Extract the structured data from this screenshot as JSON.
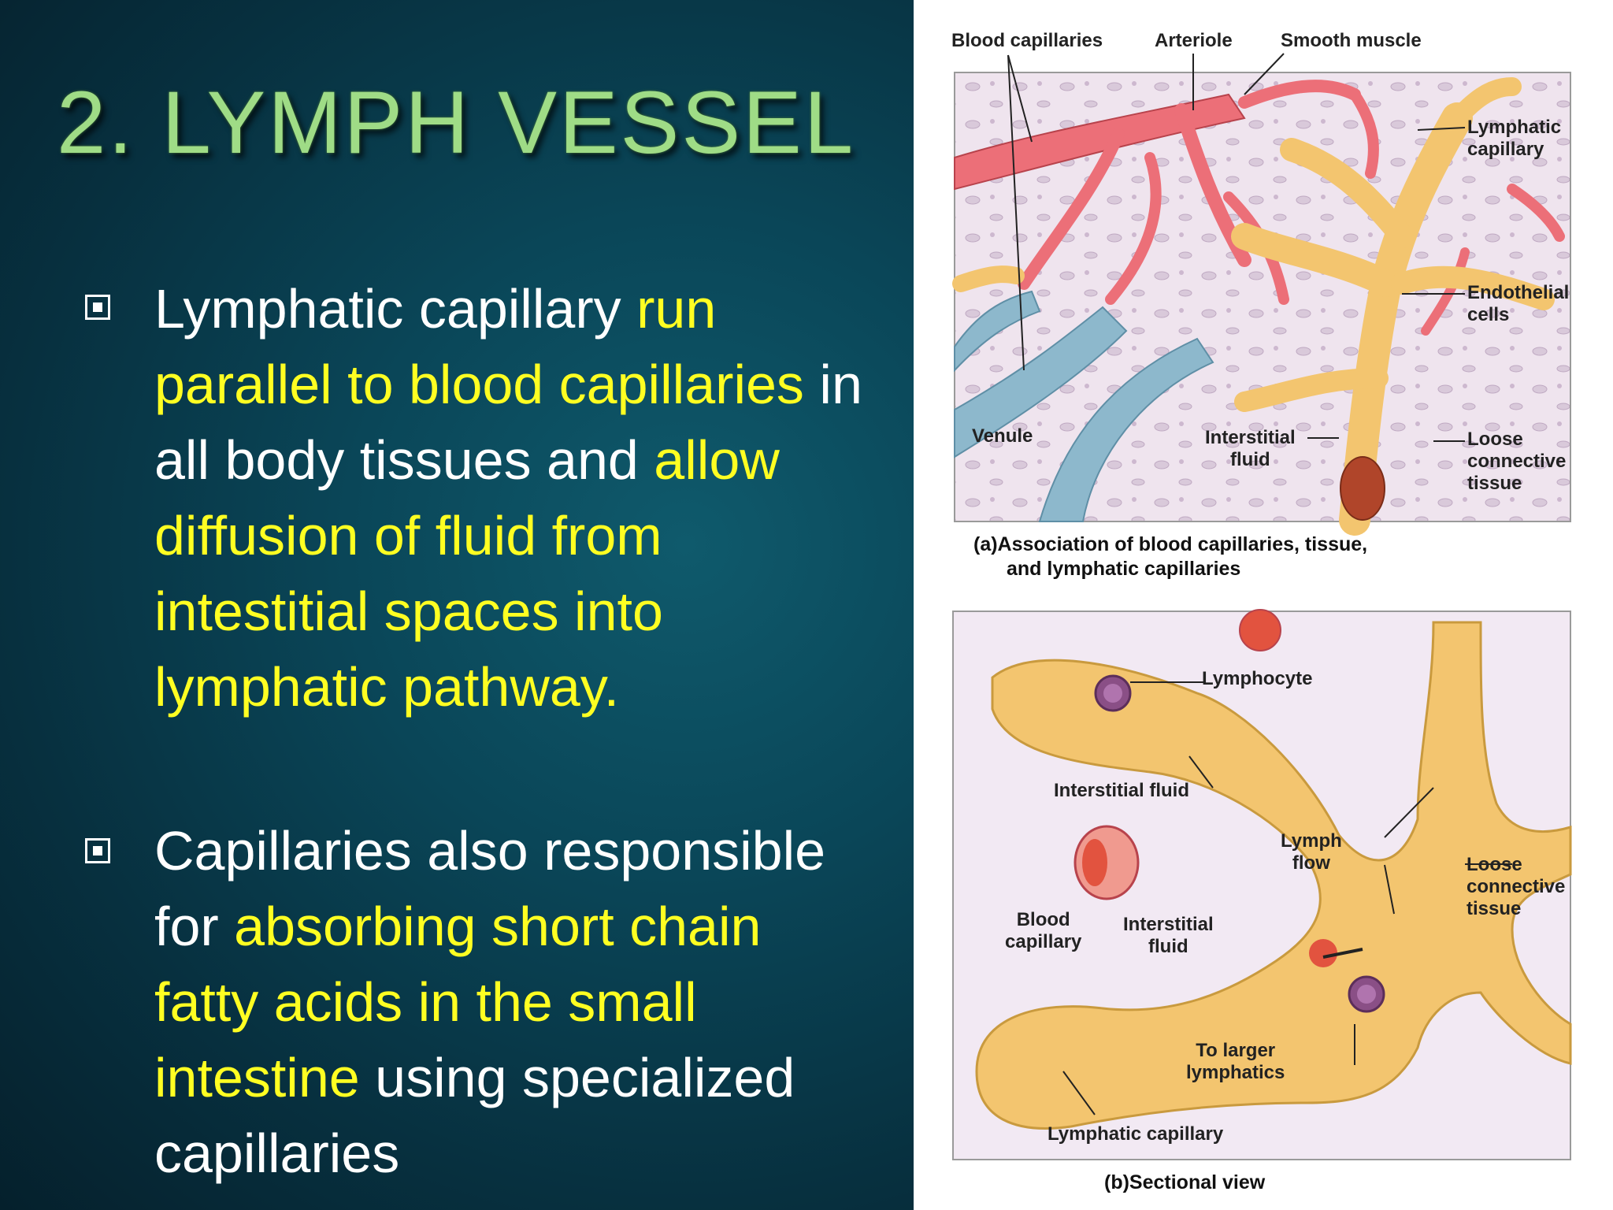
{
  "slide": {
    "title": "2. LYMPH VESSEL",
    "bullets": [
      {
        "segments": [
          {
            "text": "Lymphatic capillary ",
            "highlight": false
          },
          {
            "text": "run parallel to blood capillaries",
            "highlight": true
          },
          {
            "text": " in all body tissues and ",
            "highlight": false
          },
          {
            "text": "allow diffusion of fluid from intestitial spaces into lymphatic pathway.",
            "highlight": true
          }
        ]
      },
      {
        "segments": [
          {
            "text": "Capillaries also responsible for ",
            "highlight": false
          },
          {
            "text": "absorbing short chain fatty acids in the small intestine",
            "highlight": true
          },
          {
            "text": "  using specialized capillaries",
            "highlight": false
          }
        ]
      }
    ]
  },
  "figure_a": {
    "labels": {
      "blood_capillaries": "Blood capillaries",
      "arteriole": "Arteriole",
      "smooth_muscle": "Smooth muscle",
      "lymphatic_capillary": [
        "Lymphatic",
        "capillary"
      ],
      "endothelial_cells": [
        "Endothelial",
        "cells"
      ],
      "loose_connective_tissue": [
        "Loose",
        "connective",
        "tissue"
      ],
      "venule": "Venule",
      "interstitial_fluid": [
        "Interstitial",
        "fluid"
      ]
    },
    "caption": [
      "(a)Association of blood capillaries, tissue,",
      "and lymphatic capillaries"
    ]
  },
  "figure_b": {
    "labels": {
      "lymphocyte": "Lymphocyte",
      "interstitial_fluid_top": "Interstitial fluid",
      "lymph_flow": [
        "Lymph",
        "flow"
      ],
      "loose_connective_tissue": [
        "Loose",
        "connective",
        "tissue"
      ],
      "blood_capillary": [
        "Blood",
        "capillary"
      ],
      "interstitial_fluid": [
        "Interstitial",
        "fluid"
      ],
      "to_larger_lymphatics": [
        "To larger",
        "lymphatics"
      ],
      "lymphatic_capillary": "Lymphatic capillary"
    },
    "caption": "(b)Sectional view"
  },
  "colors": {
    "title_green": "#9fdc86",
    "highlight_yellow": "#ffff22",
    "lymph_vessel": "#f3c56f",
    "blood_vessel": "#ec6f78",
    "venule": "#8db8cc"
  }
}
